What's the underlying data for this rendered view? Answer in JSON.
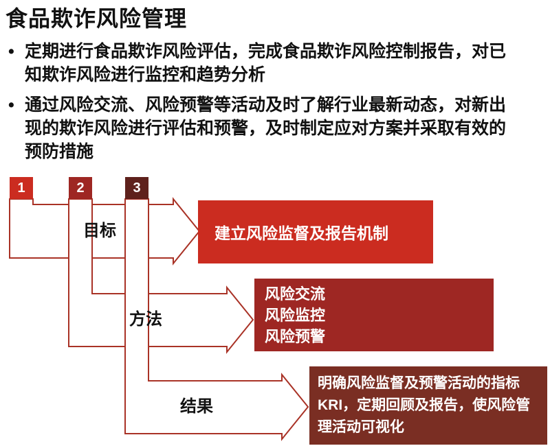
{
  "title": "食品欺诈风险管理",
  "bullets": {
    "item1": "定期进行食品欺诈风险评估，完成食品欺诈风险控制报告，对已知欺诈风险进行监控和趋势分析",
    "item2": "通过风险交流、风险预警等活动及时了解行业最新动态，对新出现的欺诈风险进行评估和预警，及时制定应对方案并采取有效的预防措施"
  },
  "diagram": {
    "outline_color": "#A93226",
    "steps": [
      {
        "number": "1",
        "label": "目标",
        "tab_color": "#CB2C20",
        "box_color": "#CB2C20",
        "box_text": "建立风险监督及报告机制"
      },
      {
        "number": "2",
        "label": "方法",
        "tab_color": "#9E2723",
        "box_color": "#9E2723",
        "box_lines": [
          "风险交流",
          "风险监控",
          "风险预警"
        ]
      },
      {
        "number": "3",
        "label": "结果",
        "tab_color": "#5E211C",
        "box_color": "#7A2E23",
        "box_text": "明确风险监督及预警活动的指标KRI，定期回顾及报告，使风险管理活动可视化"
      }
    ]
  }
}
